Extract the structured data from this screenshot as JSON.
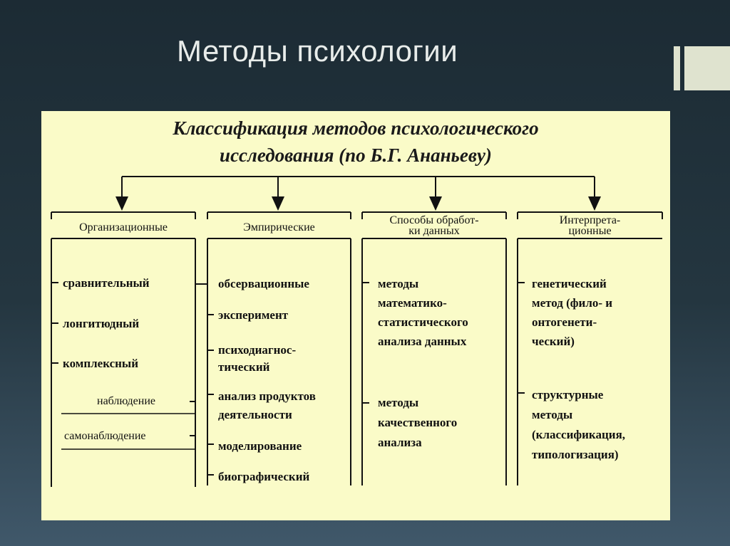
{
  "slide": {
    "title": "Методы психологии"
  },
  "diagram": {
    "title_line1": "Классификация методов психологического",
    "title_line2": "исследования (по Б.Г. Ананьеву)",
    "columns": [
      {
        "header": "Организационные",
        "items": [
          "сравнительный",
          "лонгитюдный",
          "комплексный"
        ],
        "sub_items": [
          "наблюдение",
          "самонаблюдение"
        ]
      },
      {
        "header": "Эмпирические",
        "items": [
          "обсервационные",
          "эксперимент",
          "психодиагнос-\nтический",
          "анализ продуктов\nдеятельности",
          "моделирование",
          "биографический"
        ]
      },
      {
        "header": "Способы обработ-\nки данных",
        "items": [
          "методы\nматематико-\nстатистического\nанализа данных",
          "методы\nкачественного\nанализа"
        ]
      },
      {
        "header": "Интерпрета-\nционные",
        "items": [
          "генетический\nметод (фило- и\nонтогенети-\nческий)",
          "структурные\nметоды\n(классификация,\nтипологизация)"
        ]
      }
    ]
  },
  "colors": {
    "panel": "#fafbc8",
    "line": "#111111",
    "title_text": "#e8ecea"
  }
}
